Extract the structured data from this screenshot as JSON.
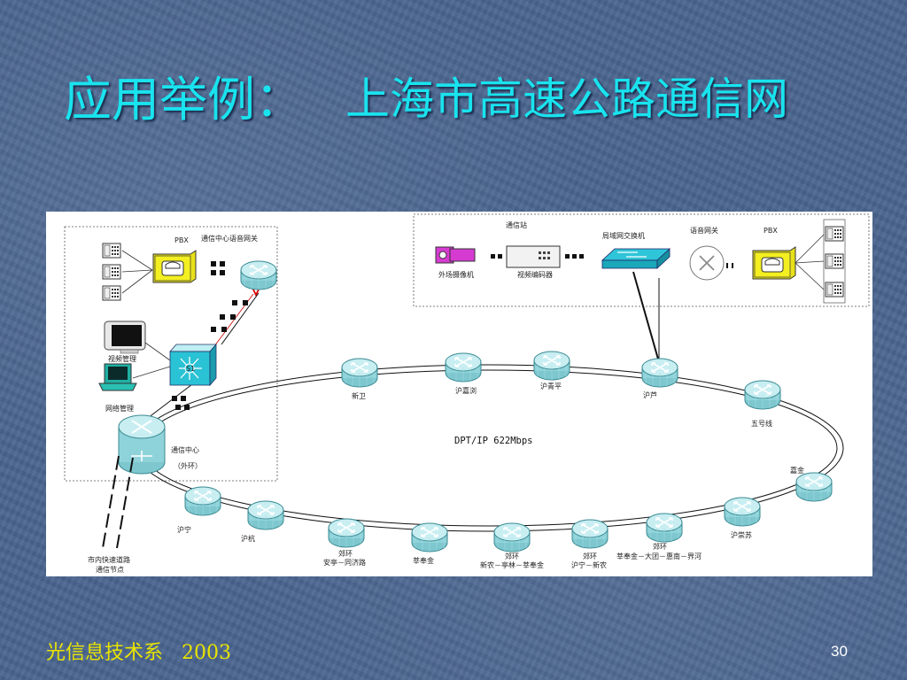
{
  "title": {
    "main": "应用举例：",
    "sub": "上海市高速公路通信网"
  },
  "footer": {
    "dept": "光信息技术系",
    "year": "2003",
    "page": "30"
  },
  "diagram": {
    "ring_label": "DPT/IP 622Mbps",
    "left_box": {
      "pbx": "PBX",
      "gateway": "通信中心语音网关",
      "video_mgmt": "视频管理",
      "net_mgmt": "网络管理",
      "center": "通信中心",
      "center_sub": "（外环）",
      "s1": "S1"
    },
    "station_box": {
      "title": "通信站",
      "camera": "外场摄像机",
      "encoder": "视频编码器",
      "lan_switch": "局域网交换机",
      "gateway": "语音网关",
      "pbx": "PBX"
    },
    "nodes": {
      "xinwei": "新卫",
      "hujiarun": "沪嘉浏",
      "huqingping": "沪青平",
      "hulu": "沪芦",
      "wuhaoxian": "五号线",
      "jiajin": "嘉金",
      "huchongsu": "沪崇苏",
      "suburb_a_1": "郊环",
      "suburb_a_2": "莘奉金－大团－惠南－界河",
      "suburb_b_1": "郊环",
      "suburb_b_2": "沪宁－新农",
      "suburb_c_1": "郊环",
      "suburb_c_2": "新农－亭林－莘奉金",
      "xinfengjin": "莘奉金",
      "suburb_d_1": "郊环",
      "suburb_d_2": "安亭－同济路",
      "huhang": "沪杭",
      "huning": "沪宁"
    },
    "city_node_1": "市内快速道路",
    "city_node_2": "通信节点"
  }
}
